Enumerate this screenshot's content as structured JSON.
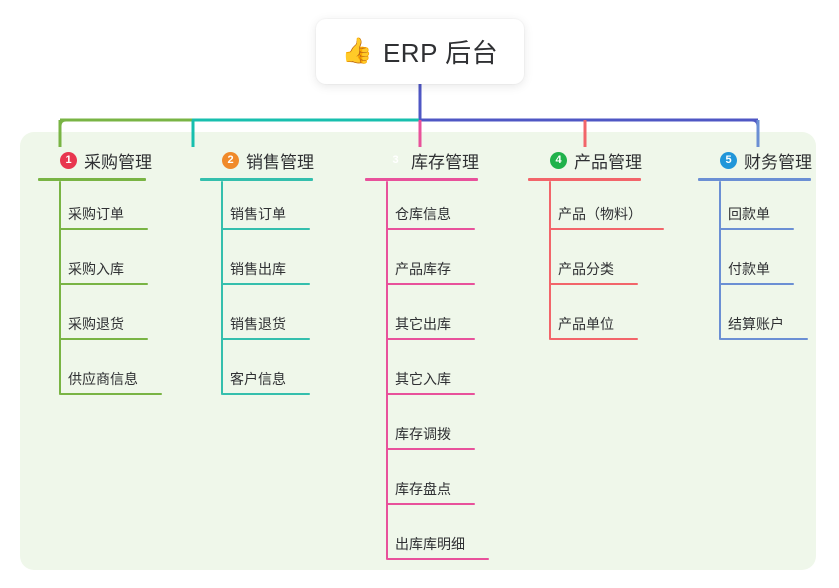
{
  "root": {
    "icon": "thumbs-up-emoji",
    "emoji": "👍",
    "title": "ERP 后台"
  },
  "theme": {
    "panel_bg": "#eff7ea",
    "page_bg": "#ffffff",
    "text": "#2f3033",
    "trunk": "#4f57c4"
  },
  "columns": [
    {
      "number": "1",
      "title": "采购管理",
      "badge_color": "#e8364f",
      "line_color": "#79b444",
      "items": [
        {
          "label": "采购订单",
          "rule_width": 88
        },
        {
          "label": "采购入库",
          "rule_width": 88
        },
        {
          "label": "采购退货",
          "rule_width": 88
        },
        {
          "label": "供应商信息",
          "rule_width": 102
        }
      ]
    },
    {
      "number": "2",
      "title": "销售管理",
      "badge_color": "#f08a2a",
      "line_color": "#34bfad",
      "items": [
        {
          "label": "销售订单",
          "rule_width": 88
        },
        {
          "label": "销售出库",
          "rule_width": 88
        },
        {
          "label": "销售退货",
          "rule_width": 88
        },
        {
          "label": "客户信息",
          "rule_width": 88
        }
      ]
    },
    {
      "number": "3",
      "title": "库存管理",
      "badge_color": "#f5b battle",
      "line_color": "#e8519b",
      "items": [
        {
          "label": "仓库信息",
          "rule_width": 88
        },
        {
          "label": "产品库存",
          "rule_width": 88
        },
        {
          "label": "其它出库",
          "rule_width": 88
        },
        {
          "label": "其它入库",
          "rule_width": 88
        },
        {
          "label": "库存调拨",
          "rule_width": 88
        },
        {
          "label": "库存盘点",
          "rule_width": 88
        },
        {
          "label": "出库库明细",
          "rule_width": 102
        }
      ]
    },
    {
      "number": "4",
      "title": "产品管理",
      "badge_color": "#20b24b",
      "line_color": "#f2656a",
      "items": [
        {
          "label": "产品（物料）",
          "rule_width": 114
        },
        {
          "label": "产品分类",
          "rule_width": 88
        },
        {
          "label": "产品单位",
          "rule_width": 88
        }
      ]
    },
    {
      "number": "5",
      "title": "财务管理",
      "badge_color": "#2196d9",
      "line_color": "#6b8fd4",
      "items": [
        {
          "label": "回款单",
          "rule_width": 74
        },
        {
          "label": "付款单",
          "rule_width": 74
        },
        {
          "label": "结算账户",
          "rule_width": 88
        }
      ]
    }
  ],
  "connector": {
    "segments": [
      {
        "name": "segment-green",
        "color": "#79b444"
      },
      {
        "name": "segment-teal",
        "color": "#17bfae"
      },
      {
        "name": "segment-blue",
        "color": "#4f57c4"
      }
    ]
  }
}
